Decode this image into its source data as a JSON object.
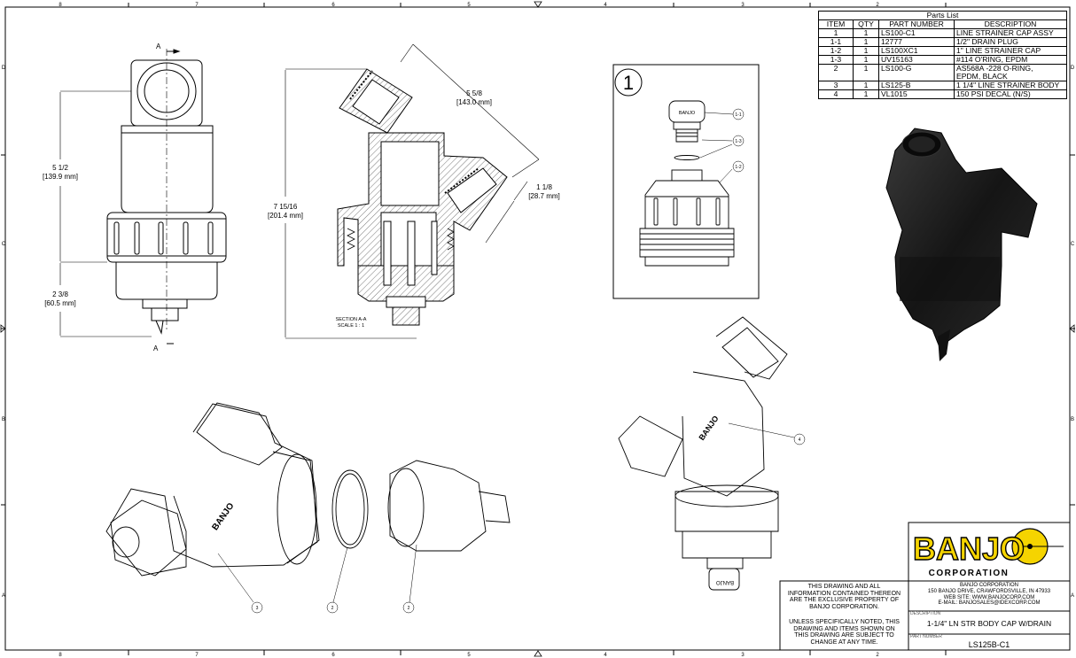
{
  "zones": {
    "top": [
      "8",
      "7",
      "6",
      "5",
      "4",
      "3",
      "2"
    ],
    "bottom": [
      "8",
      "7",
      "6",
      "5",
      "4",
      "3",
      "2"
    ],
    "side": [
      "D",
      "C",
      "B",
      "A"
    ]
  },
  "dimensions": {
    "d1": [
      "5 1/2",
      "[139.9 mm]"
    ],
    "d2": [
      "2 3/8",
      "[60.5 mm]"
    ],
    "d3": [
      "7 15/16",
      "[201.4 mm]"
    ],
    "d4": [
      "5 5/8",
      "[143.0 mm]"
    ],
    "d5": [
      "1 1/8",
      "[28.7 mm]"
    ]
  },
  "section": {
    "marker": "A",
    "title": "SECTION A-A",
    "scale": "SCALE 1 : 1"
  },
  "detail_number": "1",
  "balloons": {
    "cap": "1-1",
    "oring": "1-3",
    "strainer_cap": "1-2",
    "decal": "4",
    "body": "3",
    "oring_exploded": "2",
    "oring_exploded_2": "2"
  },
  "parts_list": {
    "caption": "Parts List",
    "headers": [
      "ITEM",
      "QTY",
      "PART NUMBER",
      "DESCRIPTION"
    ],
    "rows": [
      {
        "item": "1",
        "qty": "1",
        "part": "LS100-C1",
        "desc": "LINE STRAINER CAP ASSY"
      },
      {
        "item": "1-1",
        "qty": "1",
        "part": "12777",
        "desc": "1/2\" DRAIN PLUG"
      },
      {
        "item": "1-2",
        "qty": "1",
        "part": "LS100XC1",
        "desc": "1\" LINE STRAINER CAP"
      },
      {
        "item": "1-3",
        "qty": "1",
        "part": "UV15163",
        "desc": "#114 O'RING, EPDM"
      },
      {
        "item": "2",
        "qty": "1",
        "part": "LS100-G",
        "desc": "AS568A -228 O-RING,",
        "desc2": "EPDM, BLACK"
      },
      {
        "item": "3",
        "qty": "1",
        "part": "LS125-B",
        "desc": "1 1/4\" LINE STRAINER BODY"
      },
      {
        "item": "4",
        "qty": "1",
        "part": "VL1015",
        "desc": "150 PSI DECAL (N/S)"
      }
    ]
  },
  "part_text": {
    "cap_logo": "BANJO",
    "body_logo": "BANJO",
    "drain_logo": "BANJO"
  },
  "title_block": {
    "logo": "BANJO",
    "logo_sub": "CORPORATION",
    "notice": [
      "THIS DRAWING AND ALL",
      "INFORMATION CONTAINED THEREON",
      "ARE THE EXCLUSIVE PROPERTY OF",
      "BANJO CORPORATION."
    ],
    "notice2": [
      "UNLESS SPECIFICALLY NOTED, THIS",
      "DRAWING AND ITEMS SHOWN ON",
      "THIS DRAWING ARE SUBJECT TO",
      "CHANGE AT ANY TIME."
    ],
    "company": [
      "BANJO CORPORATION",
      "150 BANJO DRIVE, CRAWFORDSVILLE, IN 47933",
      "WEB SITE: WWW.BANJOCORP.COM",
      "E-MAIL: BANJOSALES@IDEXCORP.COM"
    ],
    "description_label": "DESCRIPTION",
    "description": "1-1/4\" LN STR BODY CAP W/DRAIN",
    "part_number_label": "PART NUMBER",
    "part_number": "LS125B-C1"
  },
  "colors": {
    "line": "#000000",
    "logo_fill": "#f5d400",
    "render": "#1d1d1d"
  }
}
